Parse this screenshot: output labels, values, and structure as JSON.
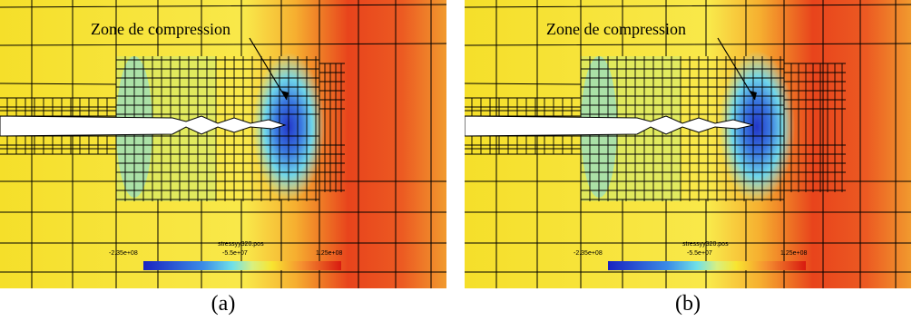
{
  "figures": [
    {
      "id": "a",
      "caption": "(a)",
      "annotation": "Zone de compression",
      "colorbar": {
        "title": "stressyy320.pos",
        "min_label": "-2.35e+08",
        "mid_label": "-5.5e+07",
        "max_label": "1.25e+08"
      }
    },
    {
      "id": "b",
      "caption": "(b)",
      "annotation": "Zone de compression",
      "colorbar": {
        "title": "stressyy320.pos",
        "min_label": "-2.35e+08",
        "mid_label": "-5.5e+07",
        "max_label": "1.25e+08"
      }
    }
  ],
  "colors": {
    "background": "#f7e22a",
    "hot": "#e8401c",
    "warm": "#f08a2a",
    "cold": "#2b3fd6",
    "cyan": "#62d8e8"
  }
}
